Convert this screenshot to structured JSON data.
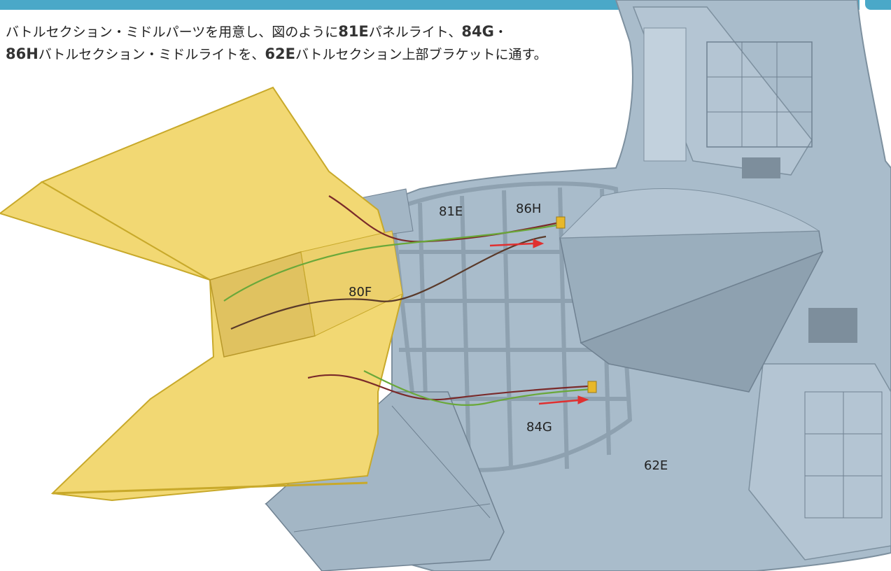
{
  "instruction": {
    "t1": "バトルセクション・ミドルパーツを用意し、図のように",
    "c1": "81E",
    "t2": "パネルライト、",
    "c2": "84G",
    "t3": "・",
    "c3": "86H",
    "t4": "バトルセクション・ミドルライトを、",
    "c4": "62E",
    "t5": "バトルセクション上部ブラケットに通す。"
  },
  "labels": {
    "l81e": "81E",
    "l86h": "86H",
    "l80f": "80F",
    "l84g": "84G",
    "l62e": "62E"
  },
  "colors": {
    "accent": "#4aa8c8",
    "yellow_part": "#f2d873",
    "grey_part": "#9fb2c2",
    "arrow": "#e03030"
  }
}
